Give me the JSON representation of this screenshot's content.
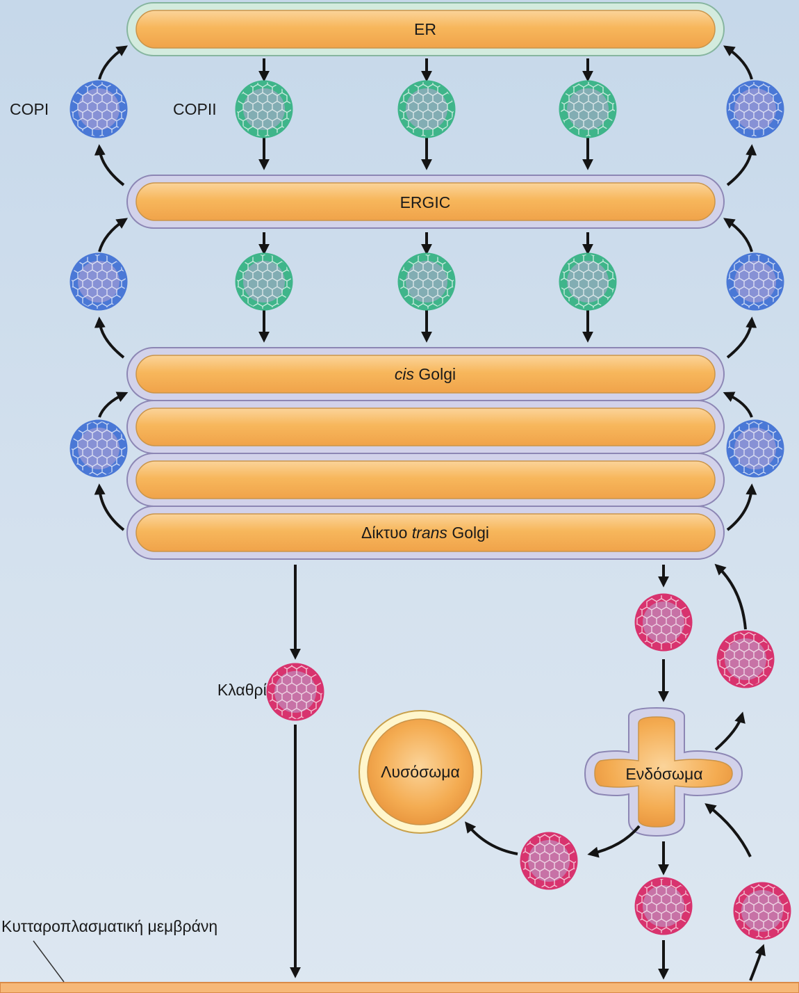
{
  "compartments": {
    "er": "ER",
    "ergic": "ERGIC",
    "cis_golgi_italic": "cis",
    "cis_golgi_rest": " Golgi",
    "tgn_prefix": "Δίκτυο ",
    "tgn_italic": "trans",
    "tgn_suffix": " Golgi",
    "lysosome": "Λυσόσωμα",
    "endosome": "Ενδόσωμα",
    "plasma_membrane": "Κυτταροπλασματική μεμβράνη"
  },
  "coat_labels": {
    "copi": "COPI",
    "copii": "COPII",
    "clathrin": "Κλαθρίνη"
  },
  "colors": {
    "copi": "#4a78d6",
    "copii": "#3fb58a",
    "clathrin": "#d8336e",
    "lumen": "#f7b75c",
    "membrane": "#d2d2ea",
    "er_membrane": "#d3ebde",
    "plasma_membrane": "#f6b878"
  }
}
